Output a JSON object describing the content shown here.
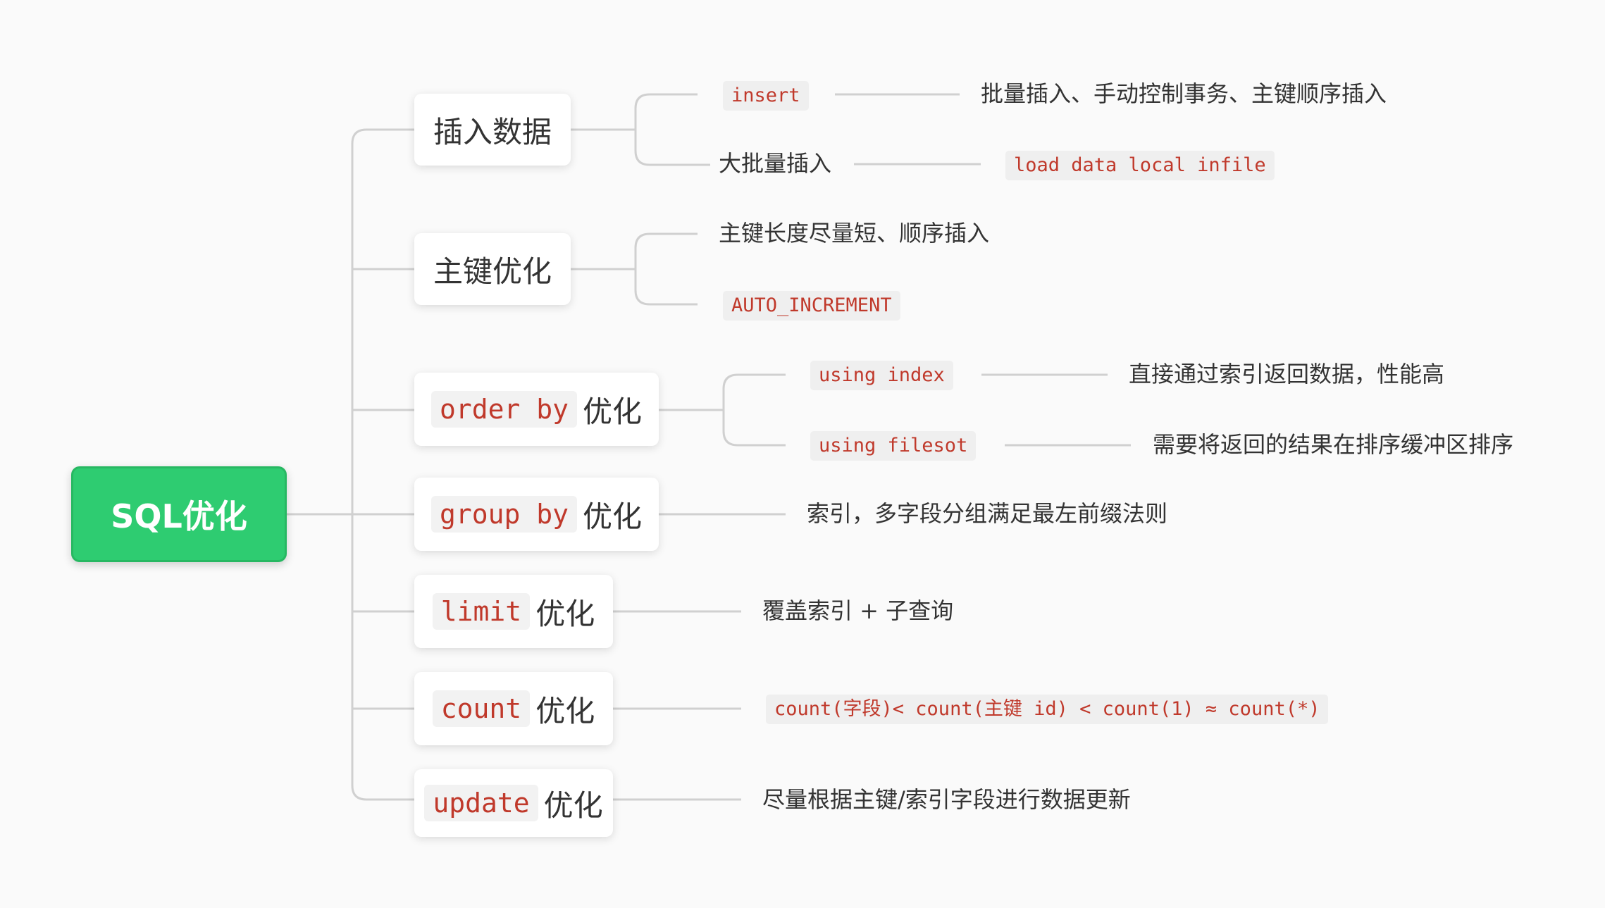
{
  "colors": {
    "root_bg": "#2ecc71",
    "code_text": "#c0392b",
    "line": "#cccccc"
  },
  "root": {
    "label": "SQL优化"
  },
  "categories": {
    "insert": {
      "label": "插入数据"
    },
    "pk": {
      "label": "主键优化"
    },
    "order": {
      "keyword": "order by",
      "suffix": "优化"
    },
    "group": {
      "keyword": "group by",
      "suffix": "优化"
    },
    "limit": {
      "keyword": "limit",
      "suffix": "优化"
    },
    "count": {
      "keyword": "count",
      "suffix": "优化"
    },
    "update": {
      "keyword": "update",
      "suffix": "优化"
    }
  },
  "leaves": {
    "insert_code": "insert",
    "insert_desc": "批量插入、手动控制事务、主键顺序插入",
    "bulk_label": "大批量插入",
    "bulk_code": "load data local infile",
    "pk_desc": "主键长度尽量短、顺序插入",
    "pk_code": "AUTO_INCREMENT",
    "using_index": "using index",
    "using_index_desc": "直接通过索引返回数据，性能高",
    "using_filesort": "using filesot",
    "using_filesort_desc": "需要将返回的结果在排序缓冲区排序",
    "group_desc": "索引，多字段分组满足最左前缀法则",
    "limit_desc": "覆盖索引 + 子查询",
    "count_code": "count(字段)< count(主键 id) < count(1) ≈ count(*)",
    "update_desc": "尽量根据主键/索引字段进行数据更新"
  }
}
